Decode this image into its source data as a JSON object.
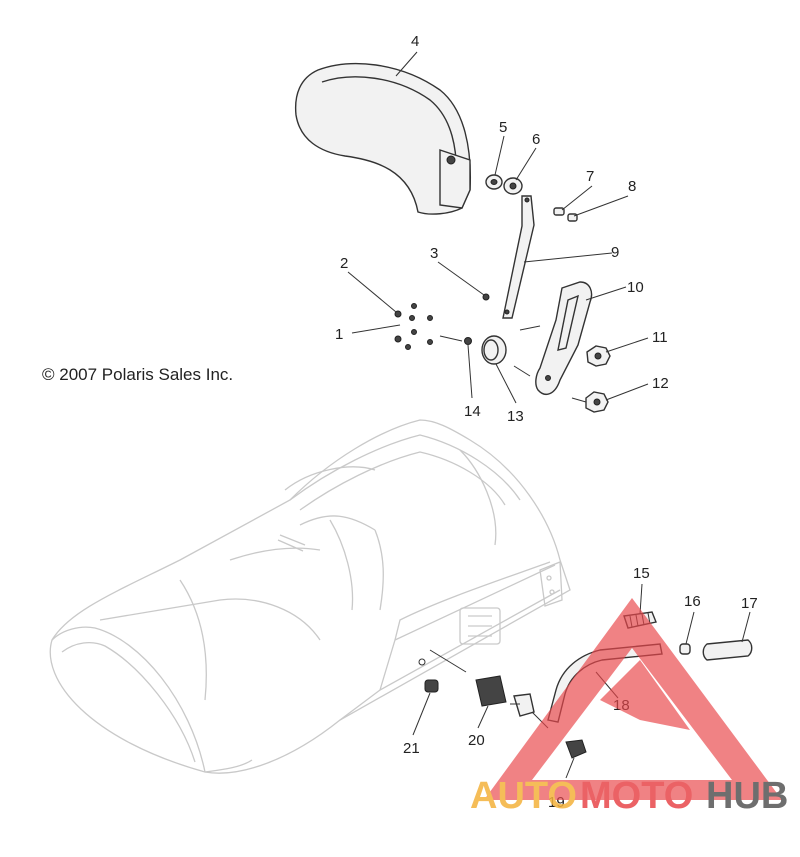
{
  "copyright": "© 2007 Polaris Sales Inc.",
  "callouts": {
    "c1": "1",
    "c2": "2",
    "c3": "3",
    "c4": "4",
    "c5": "5",
    "c6": "6",
    "c7": "7",
    "c8": "8",
    "c9": "9",
    "c10": "10",
    "c11": "11",
    "c12": "12",
    "c13": "13",
    "c14": "14",
    "c15": "15",
    "c16": "16",
    "c17": "17",
    "c18": "18",
    "c19": "19",
    "c20": "20",
    "c21": "21"
  },
  "watermark": {
    "auto": "AUTO",
    "moto": "MOTO",
    "hub": "HUB"
  },
  "colors": {
    "watermark_red": "#e8474b",
    "watermark_orange": "#f4b23c",
    "watermark_gray": "#555555",
    "seat_line": "#c9c9c9"
  }
}
